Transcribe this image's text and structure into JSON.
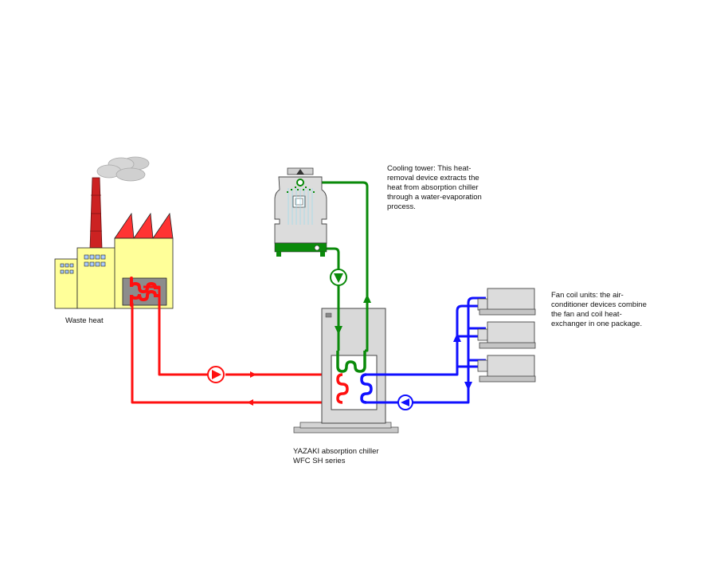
{
  "labels": {
    "waste_heat": "Waste heat",
    "cooling_tower": "Cooling tower: This heat-\nremoval device extracts the\nheat from absorption chiller\nthrough a water-evaporation\nprocess.",
    "fan_coil": "Fan coil units: the air-\nconditioner devices combine\nthe fan and coil heat-\nexchanger in one package.",
    "chiller": "YAZAKI absorption chiller\nWFC SH series"
  },
  "colors": {
    "hot_water": "#ff1010",
    "chilled_water": "#1010ff",
    "cooling_water": "#0a8a0a",
    "factory_wall": "#ffff99",
    "factory_roof": "#ff3333",
    "chiller_body": "#d9d9d9",
    "fan_coil_body": "#dcdcdc"
  },
  "icons": [
    "factory-icon",
    "smoke-icon",
    "cooling-tower-icon",
    "pump-icon",
    "absorption-chiller-icon",
    "fan-coil-unit-icon",
    "heat-exchanger-coil-icon"
  ]
}
